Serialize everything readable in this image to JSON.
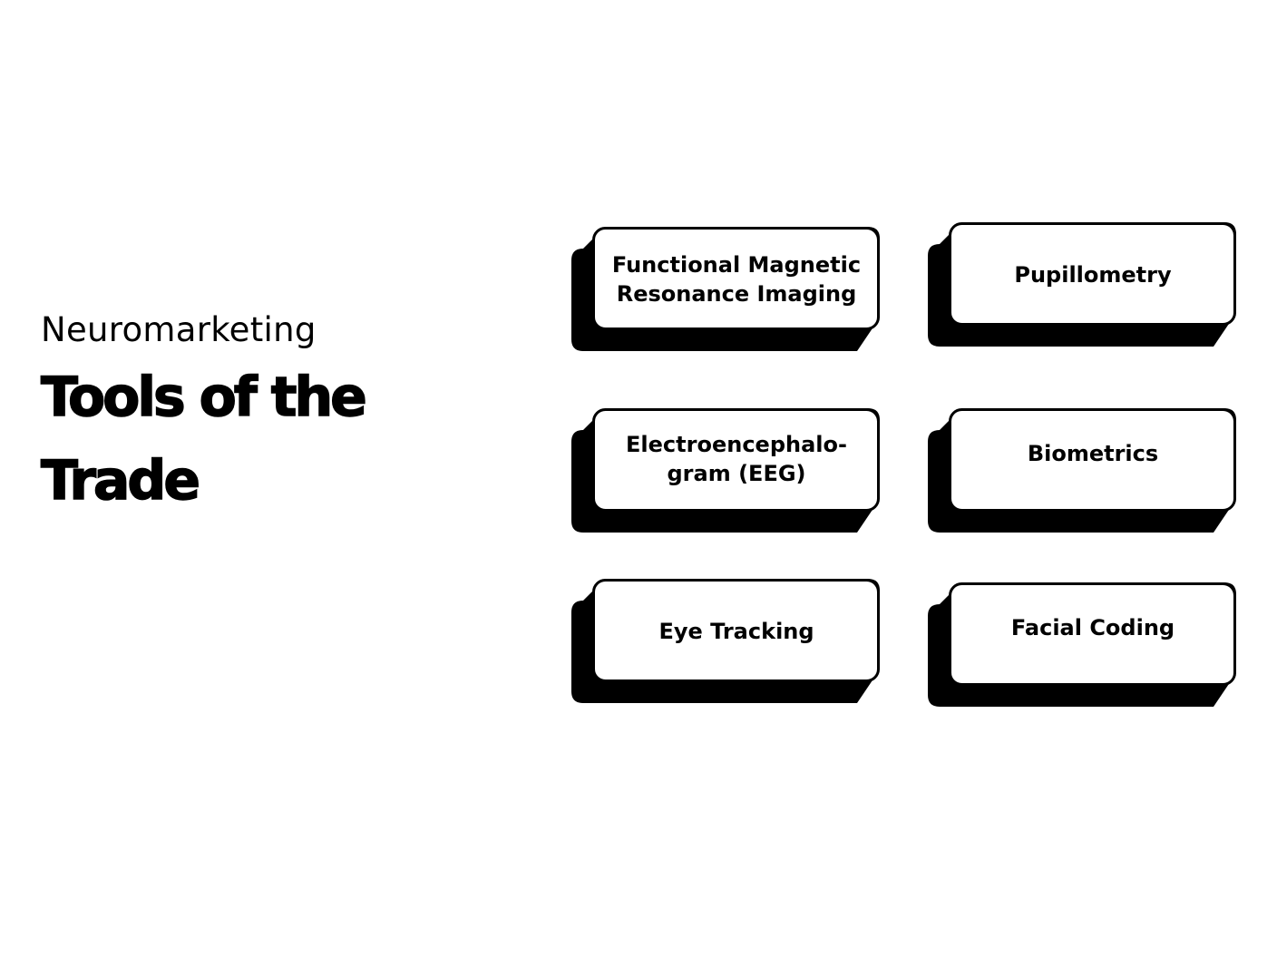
{
  "heading": {
    "subtitle": "Neuromarketing",
    "title_line1": "Tools of the",
    "title_line2": "Trade"
  },
  "cards": [
    {
      "label": "Functional Magnetic Resonance Imaging"
    },
    {
      "label": "Pupillometry"
    },
    {
      "label": "Electroencephalo-gram (EEG)"
    },
    {
      "label": "Biometrics"
    },
    {
      "label": "Eye Tracking"
    },
    {
      "label": "Facial Coding"
    }
  ],
  "colors": {
    "background": "#ffffff",
    "ink": "#000000",
    "card_face": "#ffffff"
  }
}
